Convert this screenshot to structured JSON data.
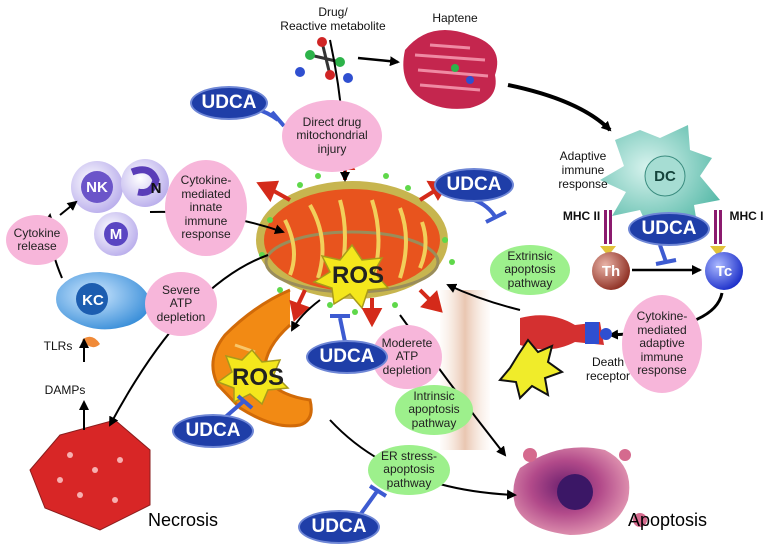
{
  "labels": {
    "drug": "Drug/\nReactive metabolite",
    "haptene": "Haptene",
    "adaptive": "Adaptive\nimmune\nresponse",
    "mhc2": "MHC II",
    "mhc1": "MHC I",
    "death_receptor": "Death\nreceptor",
    "tlrs": "TLRs",
    "damps": "DAMPs",
    "necrosis": "Necrosis",
    "apoptosis": "Apoptosis"
  },
  "pink_ovals": {
    "direct_injury": "Direct drug\nmitochondrial\ninjury",
    "innate": "Cytokine-\nmediated\ninnate\nimmune\nresponse",
    "cytokine_release": "Cytokine\nrelease",
    "severe_atp": "Severe\nATP\ndepletion",
    "moderate_atp": "Moderete\nATP\ndepletion",
    "adaptive_cytokine": "Cytokine-\nmediated\nadaptive\nimmune\nresponse"
  },
  "green_ovals": {
    "extrinsic": "Extrinsic\napoptosis\npathway",
    "intrinsic": "Intrinsic\napoptosis\npathway",
    "er_stress": "ER stress-\napoptosis\npathway"
  },
  "udca": [
    "UDCA",
    "UDCA",
    "UDCA",
    "UDCA",
    "UDCA",
    "UDCA"
  ],
  "ros": [
    "ROS",
    "ROS"
  ],
  "cells": {
    "nk": "NK",
    "n": "N",
    "m": "M",
    "kc": "KC",
    "dc": "DC",
    "th": "Th",
    "tc": "Tc"
  },
  "colors": {
    "udca_fill": "#1f3ea8",
    "pink_oval": "#f7b6da",
    "green_oval": "#9df08c",
    "mito_orange": "#e8541e",
    "arrow_red": "#d42a1a",
    "inhibit_blue": "#3d5bd1"
  }
}
